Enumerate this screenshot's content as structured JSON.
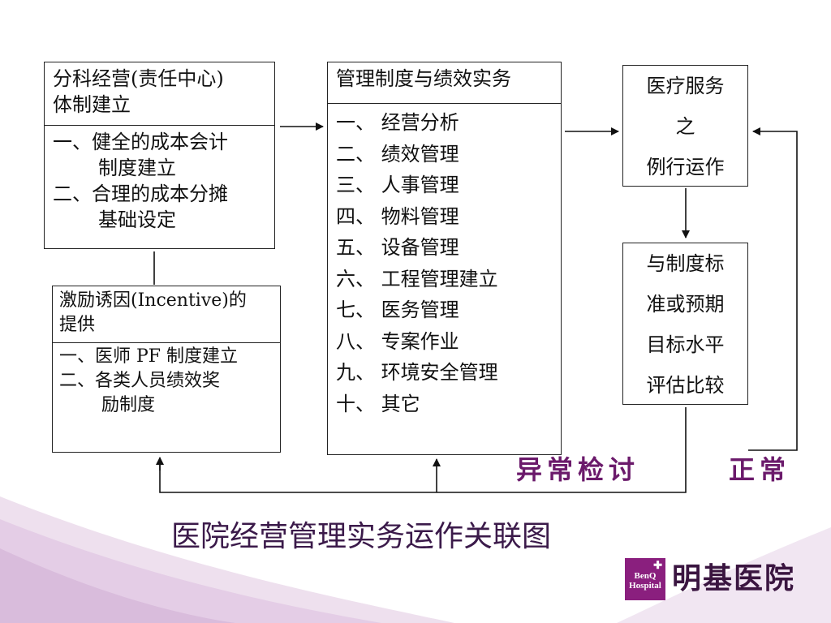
{
  "box_cost_center": {
    "header": [
      "分科经营(责任中心)",
      "体制建立"
    ],
    "items": [
      "一、健全的成本会计",
      "制度建立",
      "二、合理的成本分摊",
      "基础设定"
    ]
  },
  "box_incentive": {
    "header": [
      "激励诱因(Incentive)的",
      "提供"
    ],
    "items": [
      "一、医师 PF 制度建立",
      "二、各类人员绩效奖",
      "励制度"
    ]
  },
  "box_management": {
    "header": "管理制度与绩效实务",
    "items": [
      "一、 经营分析",
      "二、 绩效管理",
      "三、 人事管理",
      "四、 物料管理",
      "五、 设备管理",
      "六、 工程管理建立",
      "七、 医务管理",
      "八、 专案作业",
      "九、 环境安全管理",
      "十、 其它"
    ]
  },
  "box_service": {
    "lines": [
      "医疗服务",
      "之",
      "例行运作"
    ]
  },
  "box_compare": {
    "lines": [
      "与制度标",
      "准或预期",
      "目标水平",
      "评估比较"
    ]
  },
  "labels": {
    "abnormal": "异常检讨",
    "normal": "正常"
  },
  "title": "医院经营管理实务运作关联图",
  "logo": {
    "en_line1": "BenQ",
    "en_line2": "Hospital",
    "cn": "明基医院"
  },
  "colors": {
    "accent": "#6b1a6b",
    "logo_bg": "#8a1f7e"
  }
}
